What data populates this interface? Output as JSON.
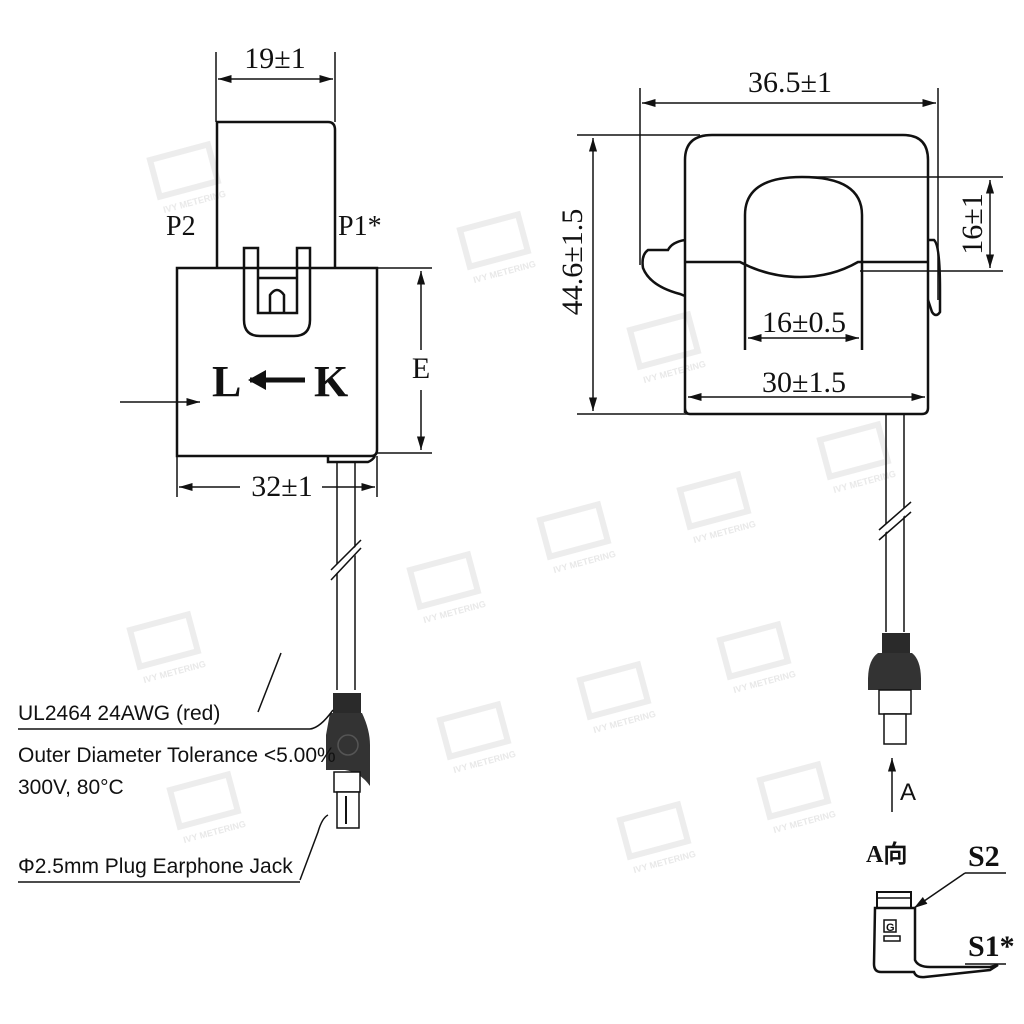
{
  "watermark": {
    "brand": "IVY METERING",
    "mark": "M"
  },
  "side_view": {
    "top_width": "19±1",
    "terminal_left": "P2",
    "terminal_right": "P1*",
    "direction_from": "K",
    "direction_to": "L",
    "height_label": "E",
    "body_width": "32±1"
  },
  "front_view": {
    "overall_width": "36.5±1",
    "overall_height": "44.6±1.5",
    "aperture_height": "16±1",
    "aperture_width": "16±0.5",
    "body_width": "30±1.5"
  },
  "cable_notes": {
    "cable_type": "UL2464 24AWG (red)",
    "tolerance": "Outer Diameter Tolerance <5.00%",
    "rating": "300V, 80°C",
    "plug": "Φ2.5mm Plug Earphone Jack"
  },
  "plug_view": {
    "arrow_label": "A",
    "view_title": "A向",
    "terminal_s2": "S2",
    "terminal_s1": "S1*"
  }
}
